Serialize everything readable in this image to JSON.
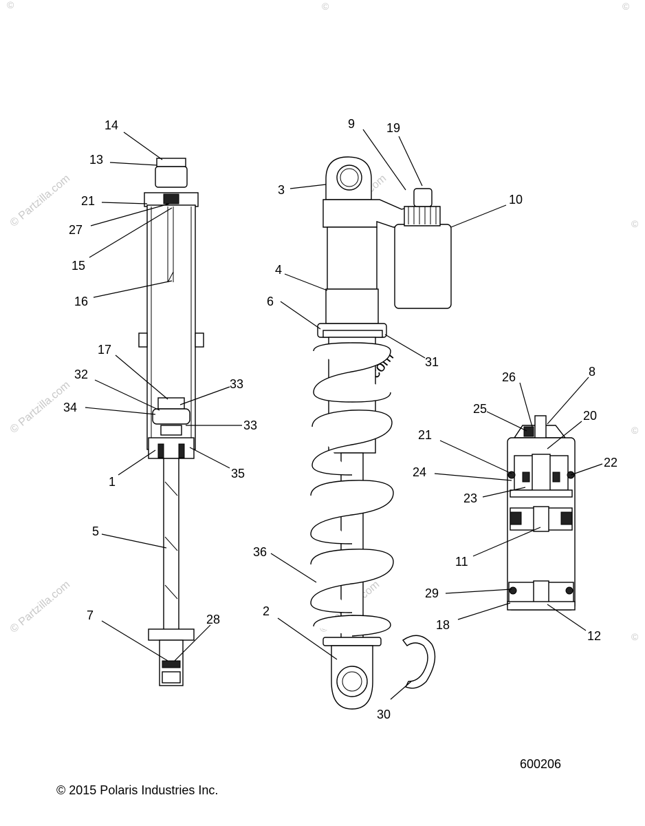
{
  "copyright": "© 2015 Polaris Industries Inc.",
  "diagram_id": "600206",
  "watermark": "© Partzilla.com",
  "watermark_corner": "©",
  "callouts": {
    "c14": "14",
    "c13": "13",
    "c21a": "21",
    "c27": "27",
    "c15": "15",
    "c16": "16",
    "c17": "17",
    "c32": "32",
    "c34": "34",
    "c33a": "33",
    "c33b": "33",
    "c1": "1",
    "c35": "35",
    "c5": "5",
    "c7": "7",
    "c28": "28",
    "c9": "9",
    "c19": "19",
    "c3": "3",
    "c10": "10",
    "c4": "4",
    "c6": "6",
    "c31": "31",
    "c36": "36",
    "c2": "2",
    "c30": "30",
    "c26": "26",
    "c8": "8",
    "c25": "25",
    "c20": "20",
    "c21b": "21",
    "c22": "22",
    "c24": "24",
    "c23": "23",
    "c11": "11",
    "c29": "29",
    "c18": "18",
    "c12": "12"
  }
}
